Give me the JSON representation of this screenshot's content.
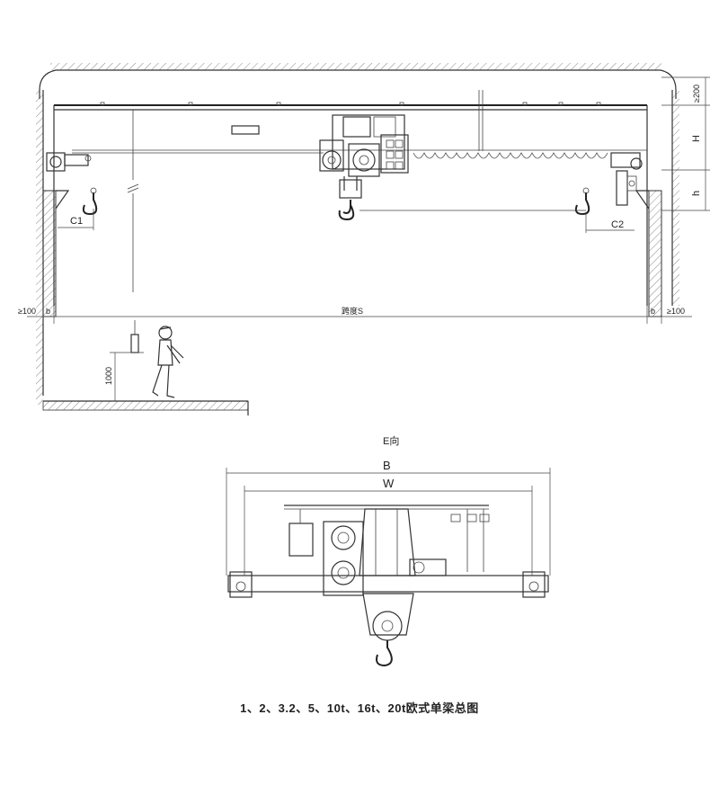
{
  "caption": "1、2、3.2、5、10t、16t、20t欧式单梁总图",
  "labels": {
    "top_clearance": "≥200",
    "height_H": "H",
    "height_h": "h",
    "c1": "C1",
    "c2": "C2",
    "left_clearance": "≥100",
    "right_clearance": "≥100",
    "b_left": "b",
    "b_right": "b",
    "span": "跨度S",
    "pendant_height": "1000",
    "end_view": "E向",
    "width_B": "B",
    "width_W": "W"
  }
}
